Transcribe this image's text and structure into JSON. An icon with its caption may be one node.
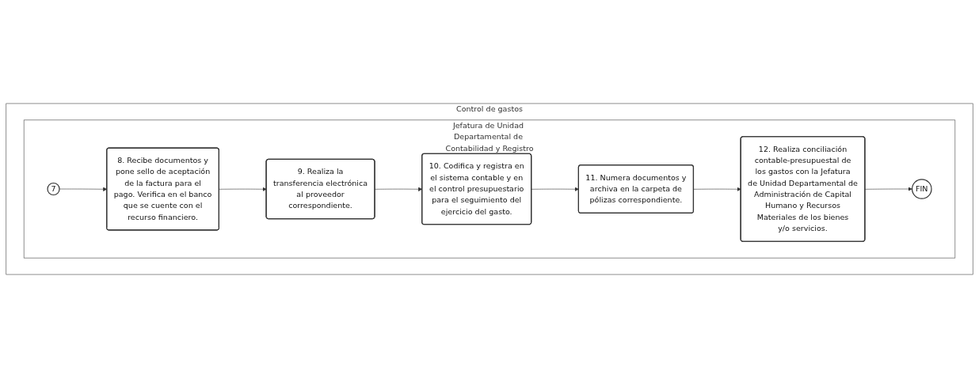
{
  "diagram": {
    "nodes": [
      {
        "text": [
          "Control de gastos"
        ]
      },
      {
        "text": [
          "Jefatura de Unidad Departamental de Contabilidad y Registro"
        ],
        "in": 0
      },
      {
        "text": [
          "7"
        ],
        "in": 1
      },
      {
        "text": [
          "8. Recibe documentos y pone sello de aceptación de la factura para el pago. Verifica en el banco que se cuente con el recurso financiero."
        ],
        "in": 1
      },
      {
        "text": [
          "9. Realiza la transferencia electrónica al proveedor correspondiente."
        ],
        "in": 1
      },
      {
        "text": [
          "10. Codifica y registra en el sistema contable y en el control presupuestario para el seguimiento del ejercicio del gasto."
        ],
        "in": 1
      },
      {
        "text": [
          "11. Numera documentos y archiva en la carpeta de pólizas correspondiente."
        ],
        "in": 1
      },
      {
        "text": [
          "12. Realiza conciliación contable-presupuestal de los gastos con la Jefatura de Unidad Departamental de Administración de Capital Humano y Recursos Materiales de los bienes y/o servicios."
        ],
        "in": 1
      },
      {
        "text": [
          "FIN"
        ],
        "in": 1
      }
    ],
    "edges": [
      {
        "from": 2,
        "to": 3,
        "arrow": "to"
      },
      {
        "from": 3,
        "to": 4,
        "arrow": "to"
      },
      {
        "from": 4,
        "to": 5,
        "arrow": "to"
      },
      {
        "from": 5,
        "to": 6,
        "arrow": "to"
      },
      {
        "from": 6,
        "to": 7,
        "arrow": "to"
      },
      {
        "from": 7,
        "to": 8,
        "arrow": "to"
      }
    ]
  }
}
